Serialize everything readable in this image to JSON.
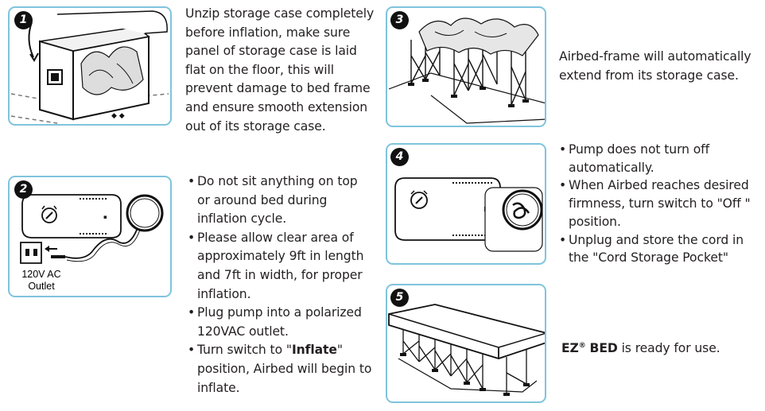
{
  "steps": [
    {
      "number": "1",
      "text": "Unzip storage case completely before inflation, make sure panel of storage case is laid flat on the floor, this will prevent damage to bed frame and ensure smooth extension out of its storage case."
    },
    {
      "number": "2",
      "outlet_label_line1": "120V AC",
      "outlet_label_line2": "Outlet",
      "bullets": [
        "Do not sit anything on top or around bed during inflation cycle.",
        "Please allow clear area of approximately 9ft in length and 7ft in width, for proper inflation.",
        "Plug pump into a polarized 120VAC outlet."
      ],
      "last_bullet_prefix": "Turn switch to \"",
      "last_bullet_bold": "Inflate",
      "last_bullet_suffix": "\" position, Airbed will begin to inflate."
    },
    {
      "number": "3",
      "text": "Airbed-frame will automatically extend from its storage case."
    },
    {
      "number": "4",
      "bullets": [
        "Pump does not turn off automatically.",
        "When Airbed reaches desired firmness, turn switch to \"Off \" position.",
        "Unplug and store the cord in the \"Cord Storage Pocket\""
      ]
    },
    {
      "number": "5",
      "brand": "EZ",
      "brand_mark": "®",
      "brand_word": "BED",
      "text": " is ready for use."
    }
  ],
  "colors": {
    "panel_border": "#7fc4dd",
    "text": "#231f20",
    "badge": "#111111"
  }
}
